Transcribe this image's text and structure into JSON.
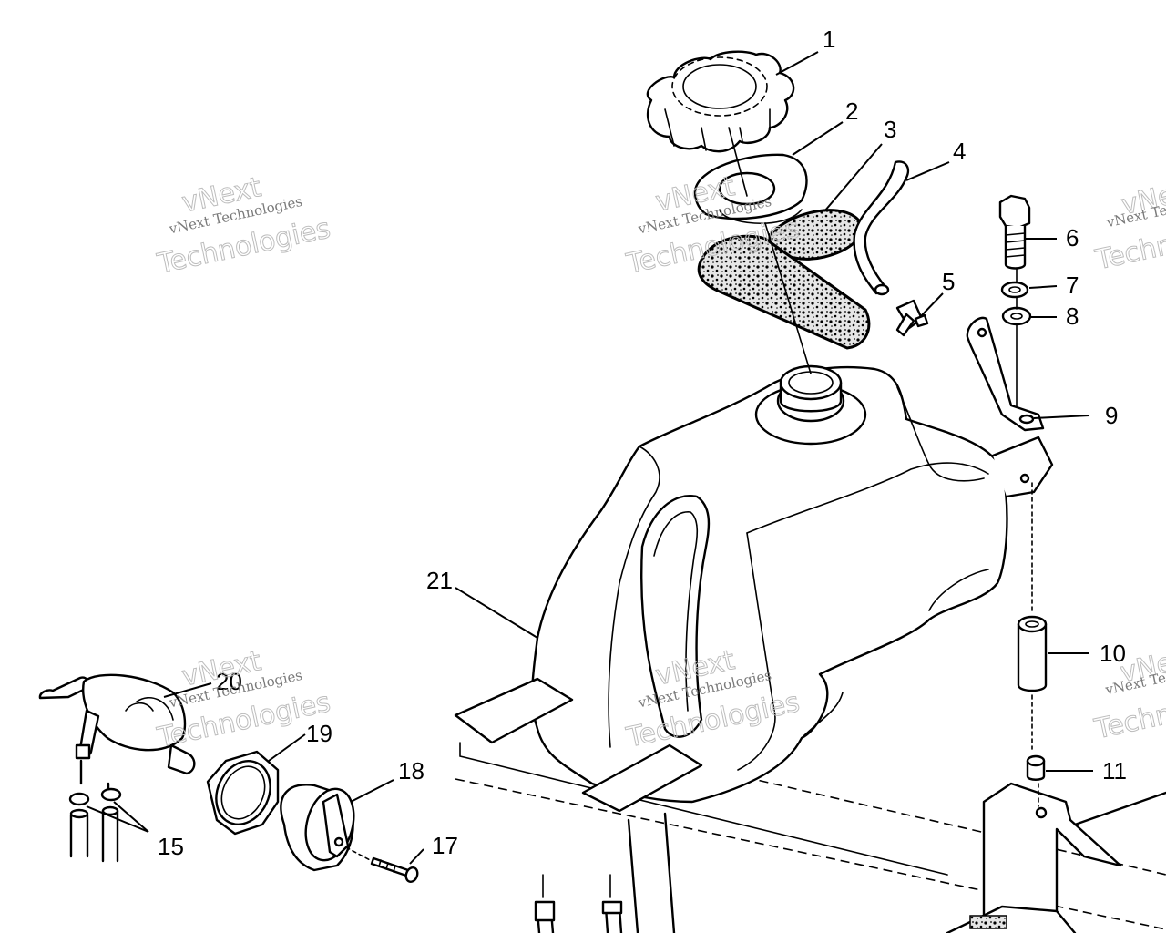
{
  "callouts": [
    "1",
    "2",
    "3",
    "4",
    "5",
    "6",
    "7",
    "8",
    "9",
    "10",
    "11",
    "15",
    "17",
    "18",
    "19",
    "20",
    "21"
  ],
  "watermark": {
    "line_small": "vNext Technologies",
    "line_big_1": "vNext",
    "line_big_2": "Technologies"
  },
  "colors": {
    "ink": "#000000",
    "watermark": "#bdbdbd",
    "foam": "#d9d9d9"
  }
}
